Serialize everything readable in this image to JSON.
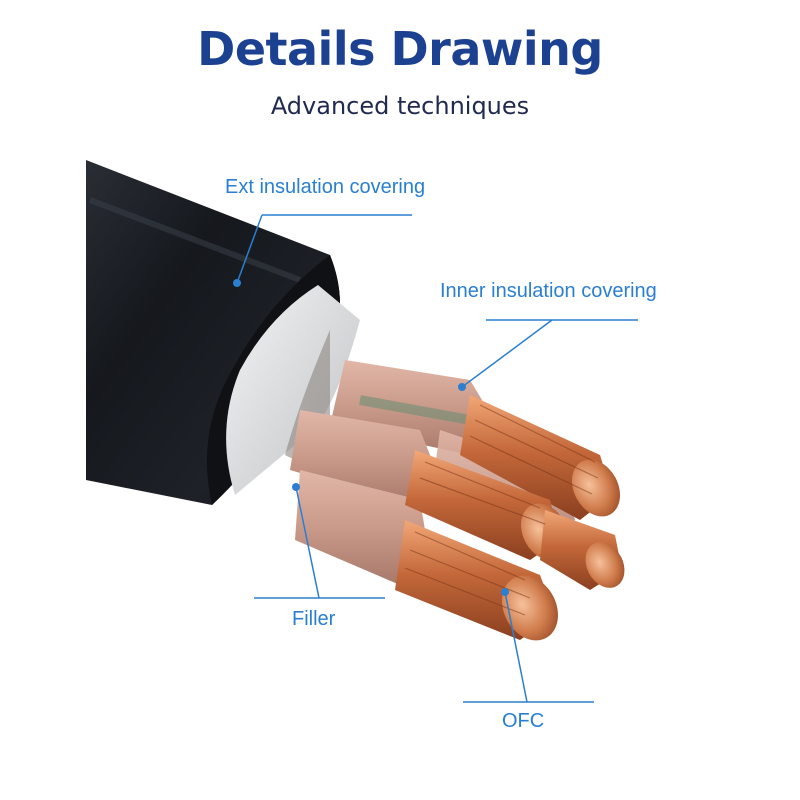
{
  "header": {
    "title": "Details Drawing",
    "subtitle": "Advanced techniques"
  },
  "callouts": [
    {
      "id": "ext",
      "label": "Ext insulation covering"
    },
    {
      "id": "inner",
      "label": "Inner insulation covering"
    },
    {
      "id": "filler",
      "label": "Filler"
    },
    {
      "id": "ofc",
      "label": "OFC"
    }
  ],
  "colors": {
    "title": "#1c4191",
    "subtitle": "#1f2a4e",
    "callout": "#2a7fd1",
    "jacket": "#15181d",
    "inner_wrap": "#e7e8e9",
    "insulation": "#c99a8a",
    "copper": "#c4683a"
  },
  "icons": [
    "cable-cross-section-illustration"
  ]
}
